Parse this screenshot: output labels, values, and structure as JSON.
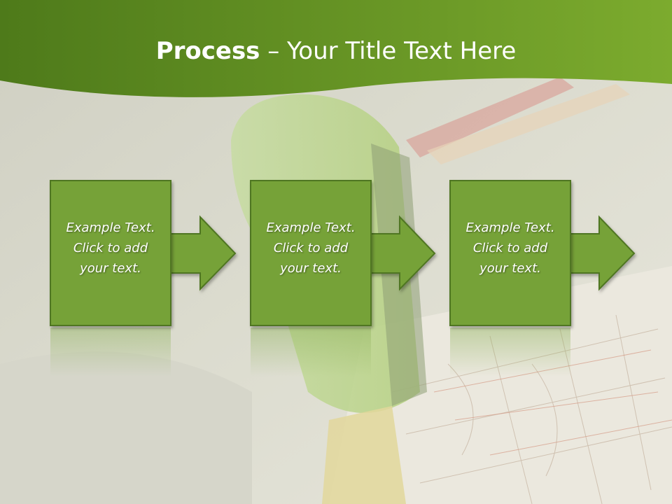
{
  "slide": {
    "title_bold": "Process",
    "title_rest": " – Your Title Text Here",
    "colors": {
      "banner_dark": "#4e7a1a",
      "banner_light": "#7cab2e",
      "box_fill": "#76a239",
      "box_border": "#4f7622"
    }
  },
  "steps": [
    {
      "line1": "Example Text.",
      "line2": "Click  to add",
      "line3": "your text."
    },
    {
      "line1": "Example Text.",
      "line2": "Click  to add",
      "line3": "your text."
    },
    {
      "line1": "Example Text.",
      "line2": "Click  to add",
      "line3": "your text."
    }
  ]
}
